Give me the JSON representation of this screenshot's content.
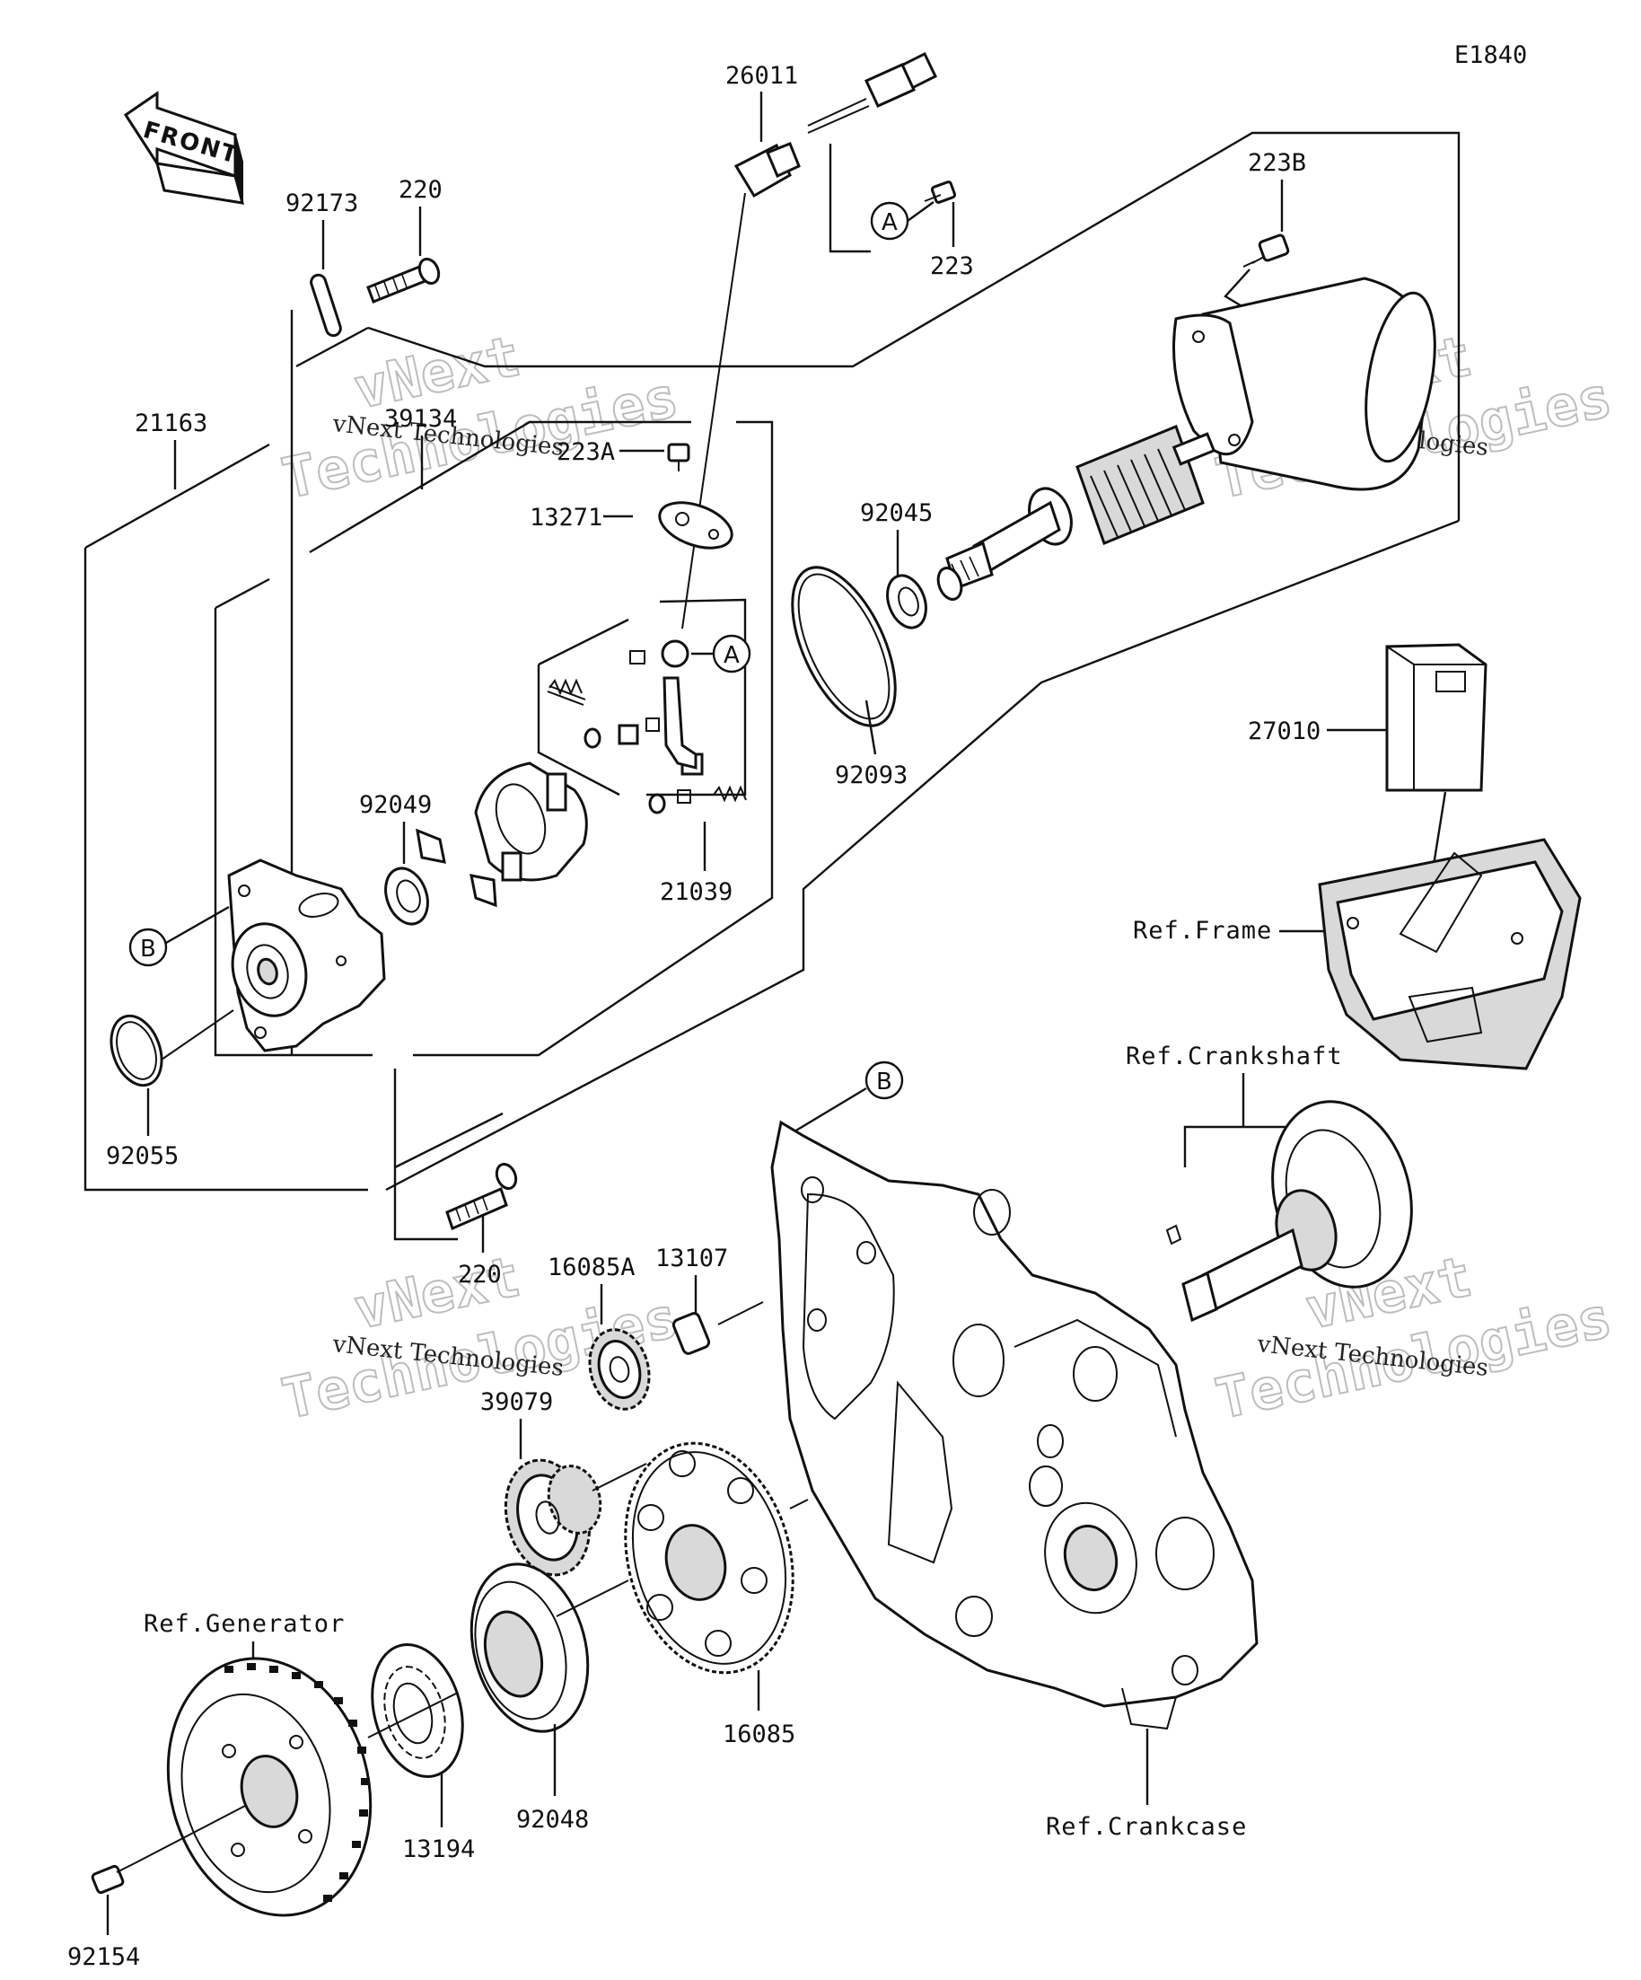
{
  "diagram_code": "E1840",
  "front_label": "FRONT",
  "part_numbers": {
    "p26011": "26011",
    "p223": "223",
    "p223B": "223B",
    "p92173": "92173",
    "p220_top": "220",
    "p21163": "21163",
    "p39134": "39134",
    "p223A": "223A",
    "p13271": "13271",
    "p92045": "92045",
    "p92093": "92093",
    "p27010": "27010",
    "p92049": "92049",
    "p21039": "21039",
    "p92055": "92055",
    "p220_bottom": "220",
    "p16085A": "16085A",
    "p13107": "13107",
    "p39079": "39079",
    "p16085": "16085",
    "p92048": "92048",
    "p13194": "13194",
    "p92154": "92154"
  },
  "references": {
    "frame": "Ref.Frame",
    "crankshaft": "Ref.Crankshaft",
    "generator": "Ref.Generator",
    "crankcase": "Ref.Crankcase"
  },
  "callouts": {
    "a_top": "A",
    "a_mid": "A",
    "b_left": "B",
    "b_mid": "B"
  },
  "watermark": {
    "brand_big_1": "vNext",
    "brand_big_2": "Technologies",
    "brand_small": "vNext Technologies"
  }
}
